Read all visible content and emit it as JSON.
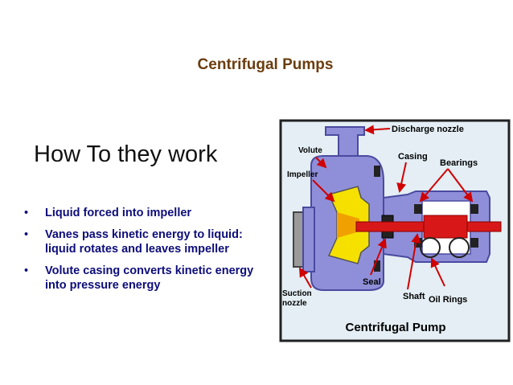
{
  "slide": {
    "title": "Centrifugal Pumps",
    "subtitle": "How To they work",
    "bullets": [
      {
        "line1": "Liquid forced into impeller",
        "line2": ""
      },
      {
        "line1": "Vanes pass kinetic energy to liquid:",
        "line2": "liquid rotates and leaves impeller"
      },
      {
        "line1": "Volute casing converts kinetic energy",
        "line2": "into pressure energy"
      }
    ],
    "bullet_symbol": "•"
  },
  "diagram": {
    "caption": "Centrifugal Pump",
    "labels": {
      "discharge_nozzle": "Discharge nozzle",
      "volute": "Volute",
      "casing": "Casing",
      "bearings": "Bearings",
      "impeller": "Impeller",
      "seal": "Seal",
      "shaft": "Shaft",
      "oil_rings": "Oil Rings",
      "suction_line1": "Suction",
      "suction_line2": "nozzle"
    },
    "colors": {
      "casing": "#8f8fd9",
      "casing_dark": "#4a4aa0",
      "impeller": "#f5e000",
      "impeller_orange": "#f0a000",
      "shaft": "#d81818",
      "background": "#e4eef4",
      "frame": "#222222",
      "arrow": "#d00000"
    }
  }
}
